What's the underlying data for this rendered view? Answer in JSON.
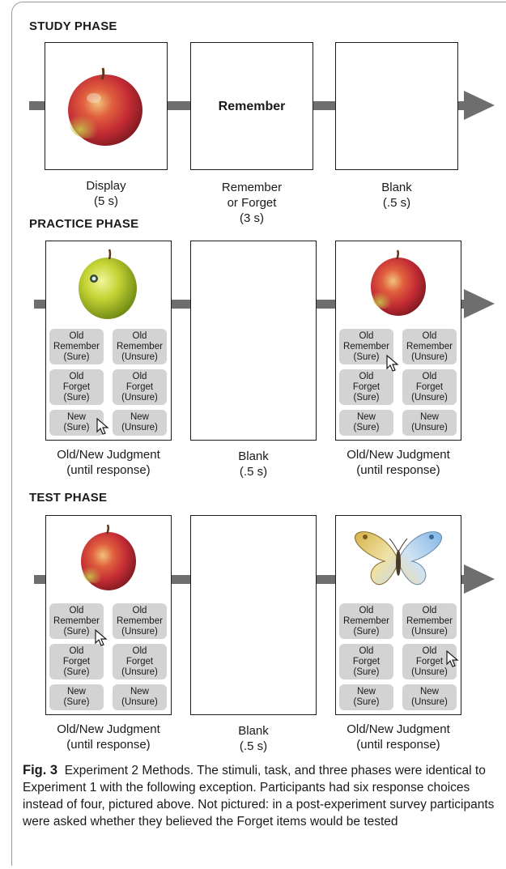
{
  "phases": {
    "study": {
      "label": "STUDY PHASE",
      "panel2_text": "Remember",
      "captions": [
        "Display\n(5 s)",
        "Remember\nor Forget\n(3 s)",
        "Blank\n(.5 s)"
      ]
    },
    "practice": {
      "label": "PRACTICE PHASE",
      "captions": [
        "Old/New Judgment\n(until response)",
        "Blank\n(.5 s)",
        "Old/New Judgment\n(until response)"
      ]
    },
    "test": {
      "label": "TEST PHASE",
      "captions": [
        "Old/New Judgment\n(until response)",
        "Blank\n(.5 s)",
        "Old/New Judgment\n(until response)"
      ]
    }
  },
  "response_buttons": [
    "Old\nRemember\n(Sure)",
    "Old\nRemember\n(Unsure)",
    "Old\nForget\n(Sure)",
    "Old\nForget\n(Unsure)",
    "New\n(Sure)",
    "New\n(Unsure)"
  ],
  "figure_caption": {
    "label": "Fig. 3",
    "text": "Experiment 2 Methods. The stimuli, task, and three phases were identical to Experiment 1 with the following exception. Participants had six response choices instead of four, pictured above. Not pictured: in a post-experiment survey participants were asked whether they believed the Forget items would be tested"
  },
  "colors": {
    "track": "#6e6e6e",
    "button_bg": "#d4d3d3",
    "apple_red": "#c8303a",
    "apple_green": "#b8cc2c"
  },
  "icons": [
    "red-apple-image",
    "green-apple-image",
    "butterfly-image",
    "mouse-pointer-icon",
    "arrowhead-icon"
  ]
}
